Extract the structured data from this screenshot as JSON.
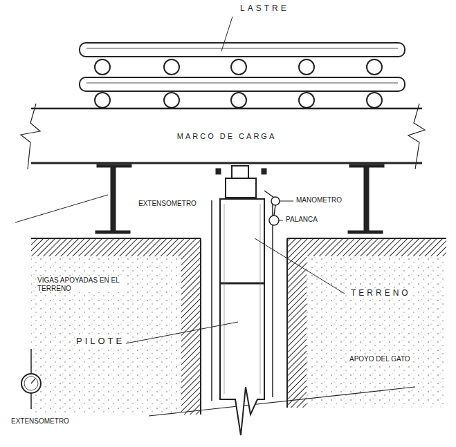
{
  "diagram": {
    "nodes": [
      {
        "text": [
          "MARCO DE CARGA"
        ]
      }
    ],
    "labels": [
      "LASTRE",
      "EXTENSOMETRO",
      "MANOMETRO",
      "PALANCA",
      "VIGAS APOYADAS EN EL TERRENO",
      "TERRENO",
      "PILOTE",
      "APOYO DEL GATO",
      "EXTENSOMETRO"
    ]
  }
}
